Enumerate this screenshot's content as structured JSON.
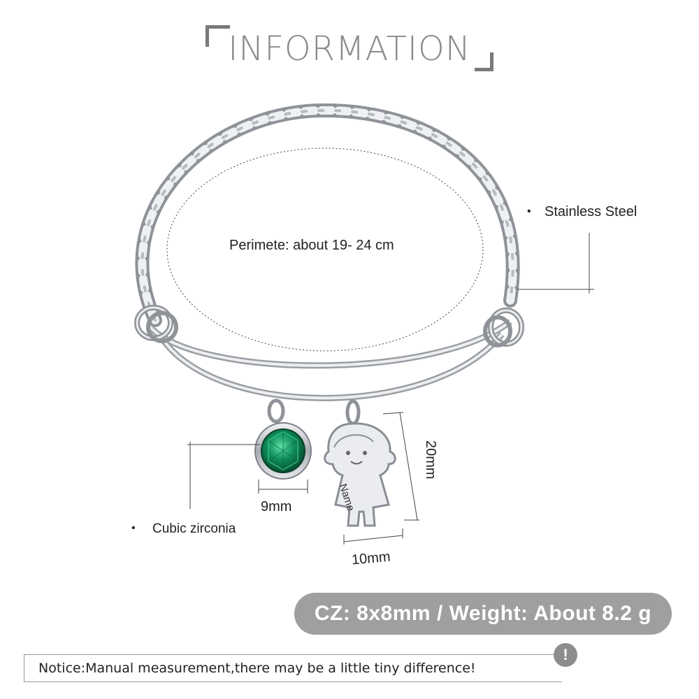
{
  "header": {
    "title": "INFORMATION"
  },
  "labels": {
    "perimeter": "Perimete: about  19- 24 cm",
    "material": "Stainless Steel",
    "stone": "Cubic zirconia",
    "stone_size": "9mm",
    "charm_height": "20mm",
    "charm_width": "10mm",
    "charm_engraving": "Name"
  },
  "specs": {
    "text": "CZ: 8x8mm / Weight: About 8.2 g"
  },
  "notice": {
    "text": "Notice:Manual measurement,there may be a little tiny difference!",
    "icon_glyph": "!"
  },
  "colors": {
    "title": "#8a8a8a",
    "pill_bg": "#9f9f9f",
    "stone": "#0f8f5a",
    "silver": "#c9ccd0"
  }
}
